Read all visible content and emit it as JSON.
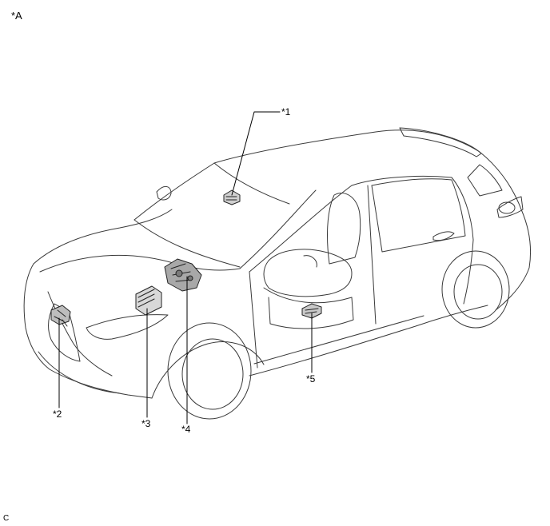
{
  "diagram": {
    "view_label": "*A",
    "footer_code": "C",
    "callouts": [
      {
        "id": "1",
        "text": "*1"
      },
      {
        "id": "2",
        "text": "*2"
      },
      {
        "id": "3",
        "text": "*3"
      },
      {
        "id": "4",
        "text": "*4"
      },
      {
        "id": "5",
        "text": "*5"
      }
    ]
  }
}
